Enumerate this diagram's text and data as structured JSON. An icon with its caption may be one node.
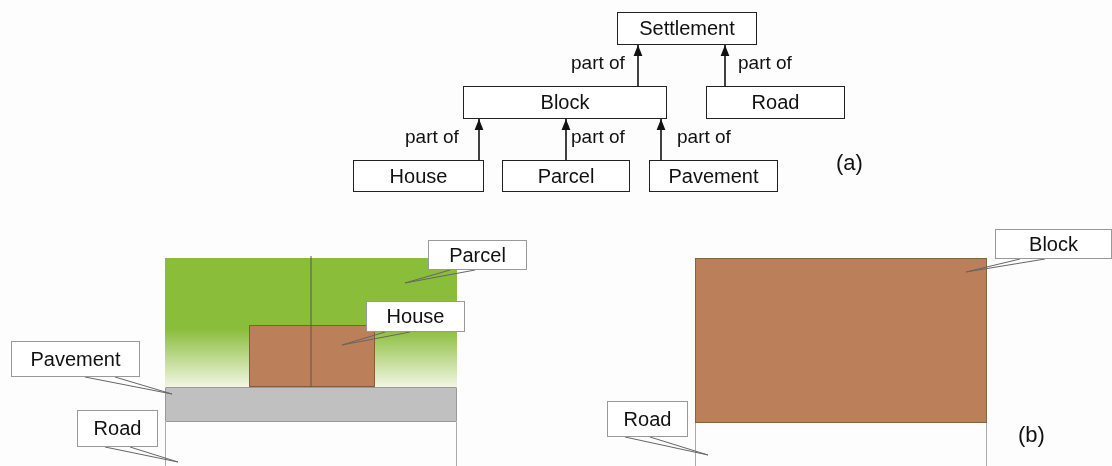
{
  "diagram": {
    "nodes": [
      {
        "text": [
          "Settlement"
        ]
      },
      {
        "text": [
          "Block"
        ]
      },
      {
        "text": [
          "Road"
        ]
      },
      {
        "text": [
          "House"
        ]
      },
      {
        "text": [
          "Parcel"
        ]
      },
      {
        "text": [
          "Pavement"
        ]
      },
      {
        "text": [
          "Parcel"
        ]
      },
      {
        "text": [
          "House"
        ]
      },
      {
        "text": [
          "Pavement"
        ]
      },
      {
        "text": [
          "Road"
        ]
      },
      {
        "text": [
          "Block"
        ]
      },
      {
        "text": [
          "Road"
        ]
      },
      {
        "text": [],
        "shape": "box"
      },
      {
        "text": [],
        "shape": "box",
        "in": 12
      },
      {
        "text": [],
        "shape": "bar"
      },
      {
        "text": [],
        "shape": "box"
      },
      {
        "text": [],
        "shape": "box"
      },
      {
        "text": [],
        "shape": "box"
      }
    ],
    "edges": [
      {
        "from": 1,
        "to": 0,
        "arrow": "to",
        "label": "part of"
      },
      {
        "from": 2,
        "to": 0,
        "arrow": "to",
        "label": "part of"
      },
      {
        "from": 3,
        "to": 1,
        "arrow": "to",
        "label": "part of"
      },
      {
        "from": 4,
        "to": 1,
        "arrow": "to",
        "label": "part of"
      },
      {
        "from": 5,
        "to": 1,
        "arrow": "to",
        "label": "part of"
      },
      {
        "from": 6,
        "to": 12,
        "arrow": "none"
      },
      {
        "from": 7,
        "to": 13,
        "arrow": "none"
      },
      {
        "from": 8,
        "to": 14,
        "arrow": "none"
      },
      {
        "from": 9,
        "to": 15,
        "arrow": "none"
      },
      {
        "from": 10,
        "to": 16,
        "arrow": "none"
      },
      {
        "from": 11,
        "to": 17,
        "arrow": "none"
      }
    ],
    "labels": [
      "(a)",
      "(b)"
    ]
  }
}
